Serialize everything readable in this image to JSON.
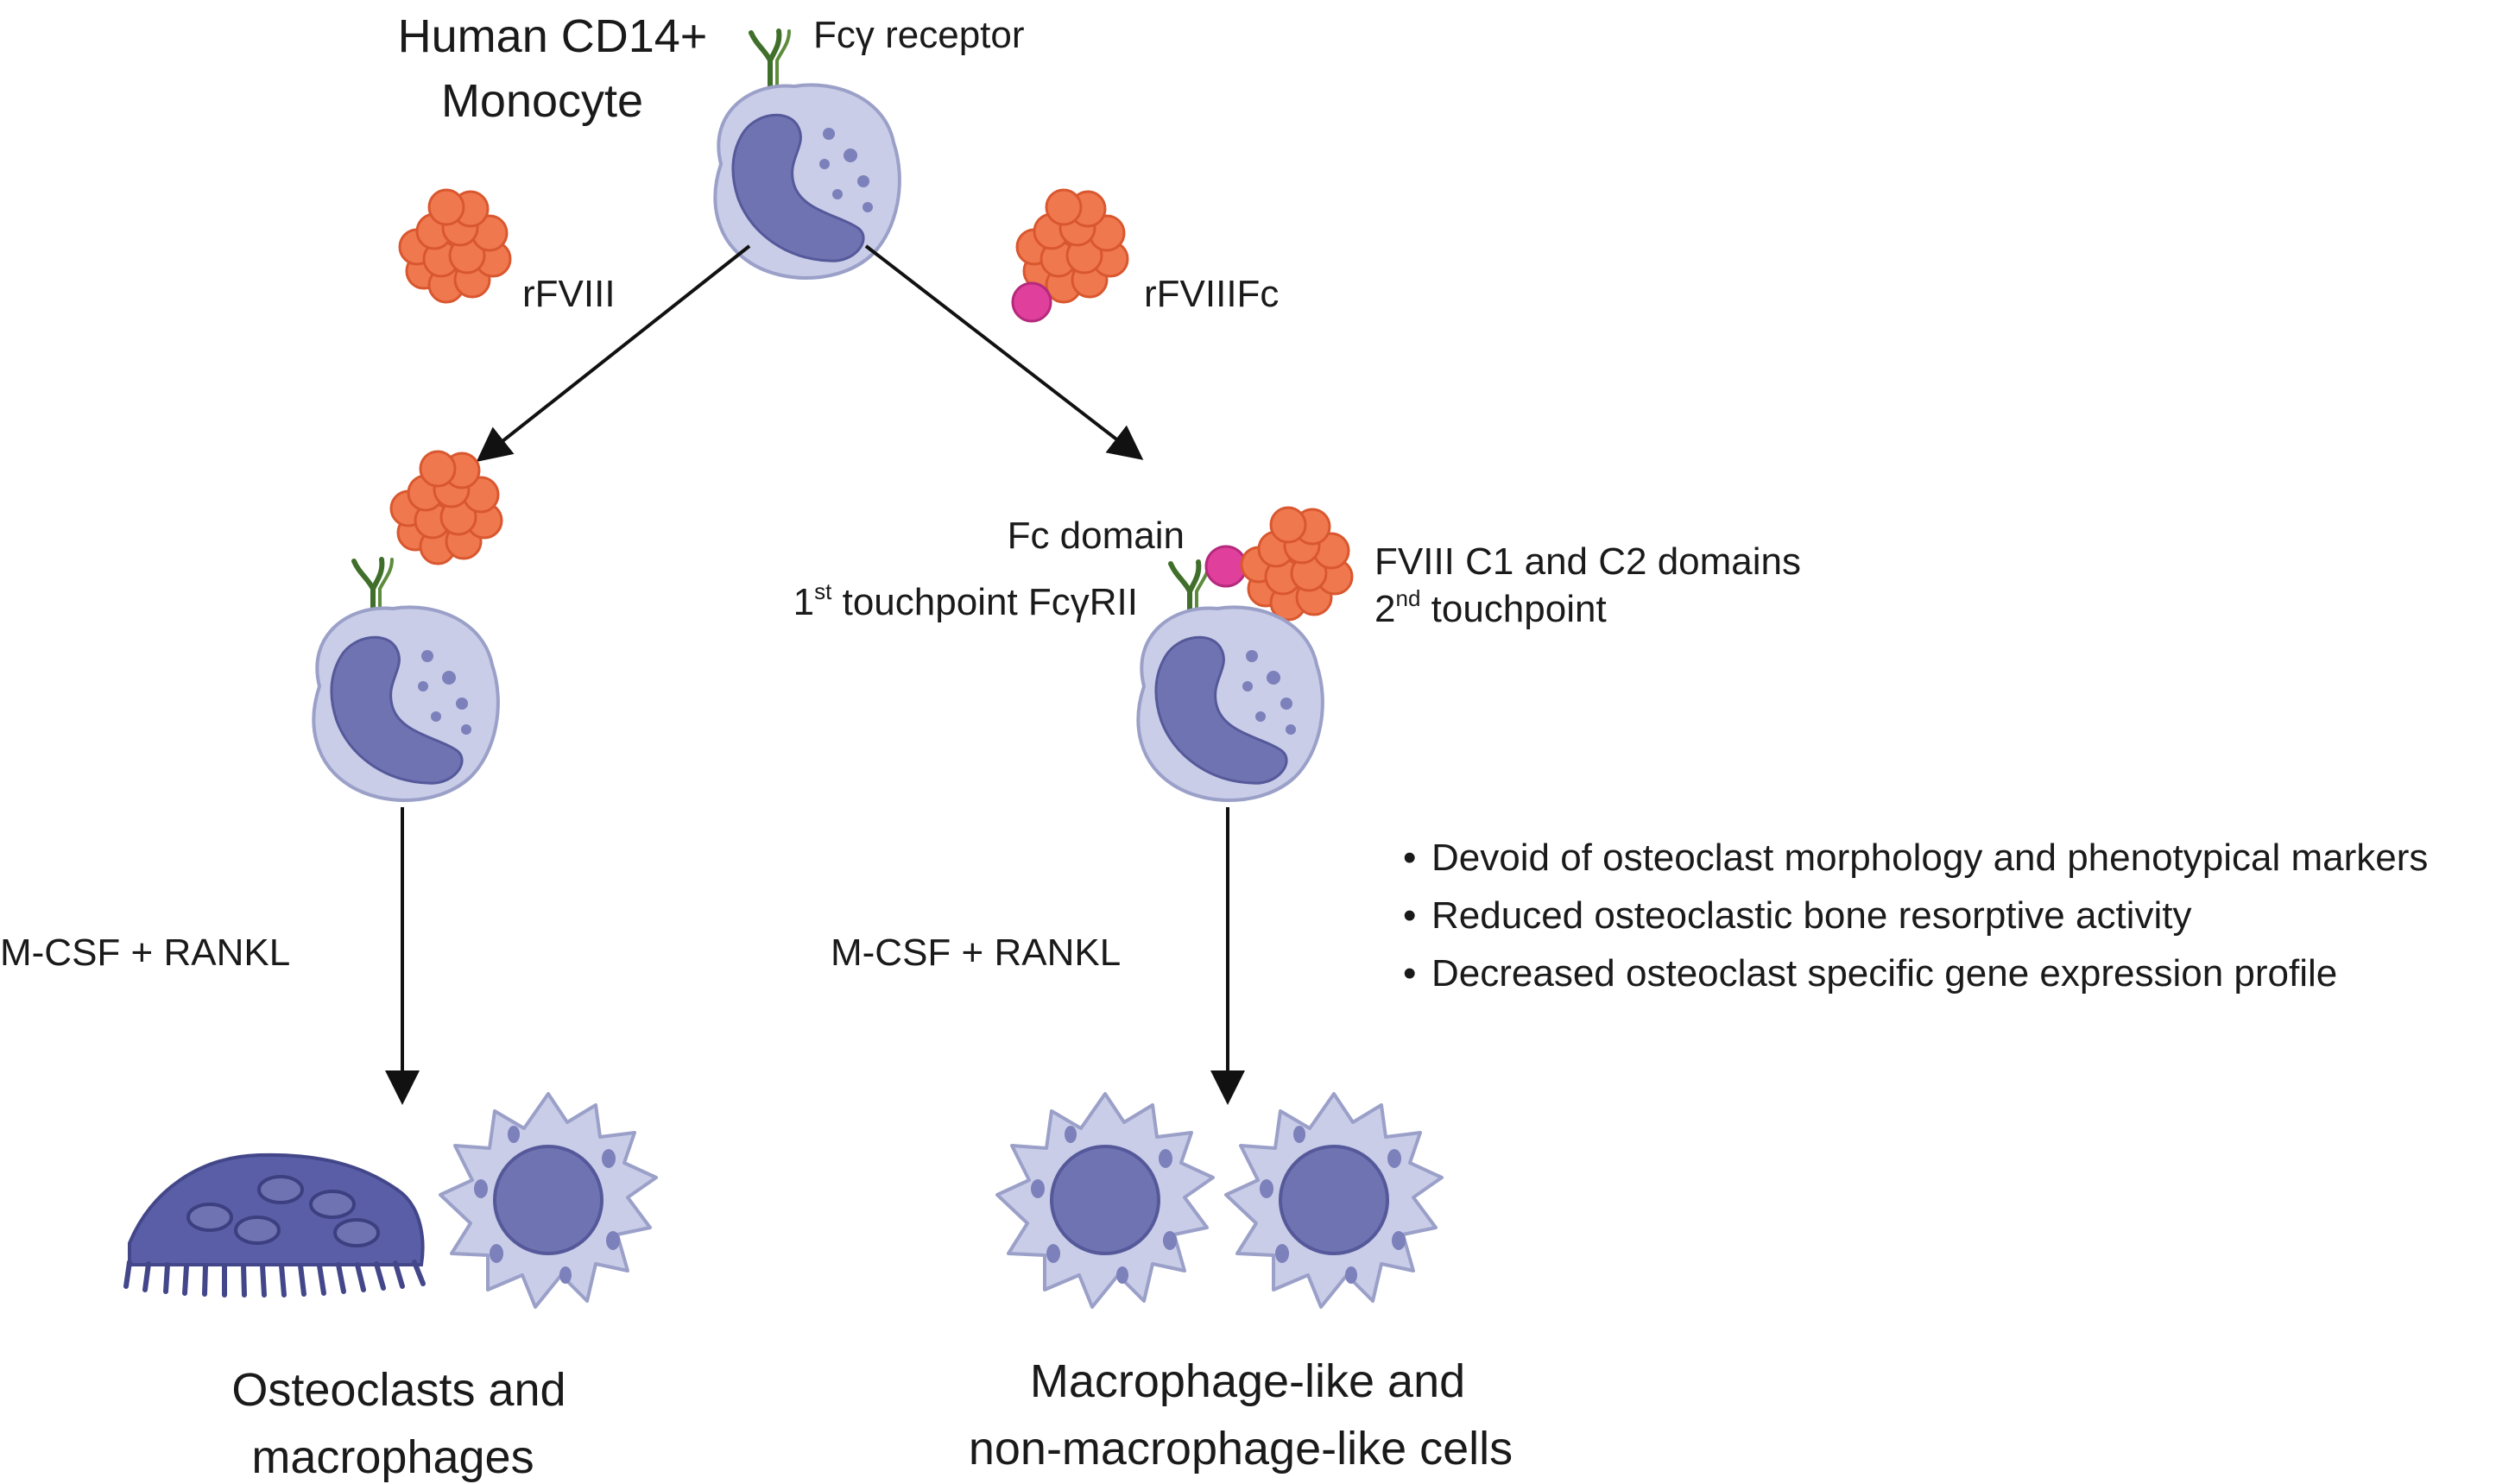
{
  "monocyte": {
    "title_line1": "Human CD14+",
    "title_line2": "Monocyte",
    "receptor_label": "Fcγ receptor"
  },
  "left": {
    "protein_label": "rFVIII",
    "treatment_label": "M-CSF + RANKL",
    "outcome_line1": "Osteoclasts and",
    "outcome_line2": "macrophages"
  },
  "right": {
    "protein_label": "rFVIIIFc",
    "fc_domain_label": "Fc domain",
    "touch1_num": "1",
    "touch1_sup": "st",
    "touch1_rest": " touchpoint FcγRII",
    "fviii_domains_label": "FVIII C1 and C2 domains",
    "touch2_num": "2",
    "touch2_sup": "nd",
    "touch2_rest": " touchpoint",
    "treatment_label": "M-CSF + RANKL",
    "bullets": [
      "Devoid of osteoclast morphology and phenotypical markers",
      "Reduced osteoclastic bone resorptive activity",
      "Decreased osteoclast specific gene expression profile"
    ],
    "outcome_line1": "Macrophage-like and",
    "outcome_line2": "non-macrophage-like cells"
  },
  "colors": {
    "cell_fill": "#c9cde8",
    "cell_edge": "#9aa0c8",
    "nucleus": "#6f73b2",
    "protein": "#f0784e",
    "protein_edge": "#d9572f",
    "fc": "#e0409c",
    "receptor": "#3f6f2a",
    "osteoclast": "#5a5ea6"
  }
}
